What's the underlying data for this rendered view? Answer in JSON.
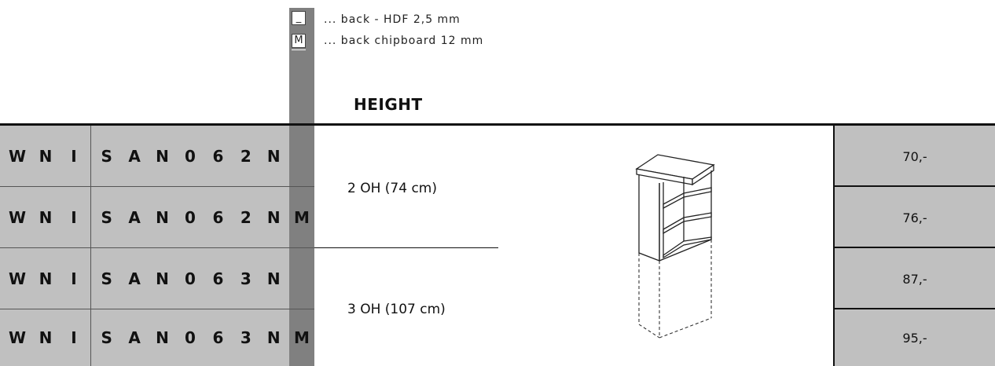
{
  "legend": {
    "items": [
      {
        "key": "_",
        "text": "... back - HDF 2,5 mm"
      },
      {
        "key": "M",
        "text": "... back chipboard 12 mm"
      }
    ]
  },
  "heading": "HEIGHT",
  "rows": [
    {
      "prefix": "WNI",
      "code": "SAN062N",
      "back": "",
      "price": "70,-"
    },
    {
      "prefix": "WNI",
      "code": "SAN062N",
      "back": "M",
      "price": "76,-"
    },
    {
      "prefix": "WNI",
      "code": "SAN063N",
      "back": "",
      "price": "87,-"
    },
    {
      "prefix": "WNI",
      "code": "SAN063N",
      "back": "M",
      "price": "95,-"
    }
  ],
  "heights": [
    {
      "label": "2 OH (74 cm)"
    },
    {
      "label": "3 OH (107 cm)"
    }
  ],
  "colors": {
    "cell_light": "#c0c0c0",
    "cell_dark": "#808080"
  },
  "icons": {
    "product": "open-shelf-cabinet-icon"
  }
}
